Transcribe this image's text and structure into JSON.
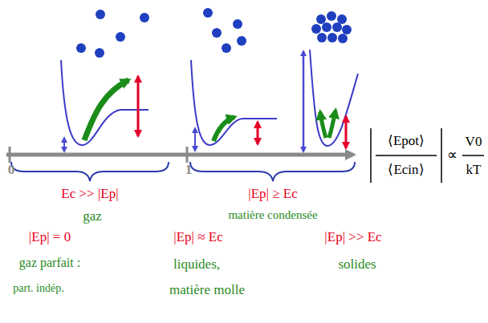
{
  "diagram": {
    "labels": [
      "0",
      "1",
      "⟨Epot⟩",
      "⟨Ecin⟩",
      "∝",
      "V0",
      "kT",
      "Ec >> |Ep|",
      "|Ep| ≥ Ec",
      "gaz",
      "matière condensée",
      "|Ep| = 0",
      "|Ep| ≈ Ec",
      "|Ep| >> Ec",
      "gaz parfait :",
      "part. indép.",
      "liquides,",
      "matière molle",
      "solides"
    ]
  }
}
